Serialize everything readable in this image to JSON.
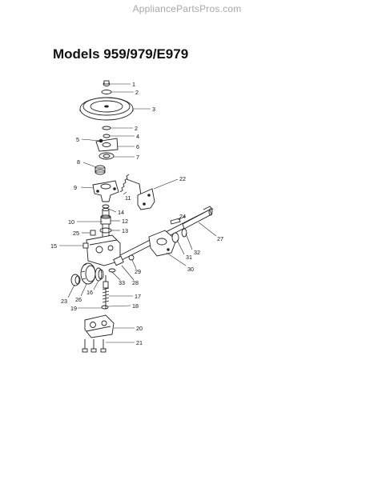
{
  "watermark": "AppliancePartsPros.com",
  "title": "Models 959/979/E979",
  "callouts": [
    {
      "id": "c1",
      "label": "1"
    },
    {
      "id": "c2a",
      "label": "2"
    },
    {
      "id": "c3",
      "label": "3"
    },
    {
      "id": "c2b",
      "label": "2"
    },
    {
      "id": "c4",
      "label": "4"
    },
    {
      "id": "c5",
      "label": "5"
    },
    {
      "id": "c6",
      "label": "6"
    },
    {
      "id": "c7",
      "label": "7"
    },
    {
      "id": "c8",
      "label": "8"
    },
    {
      "id": "c22",
      "label": "22"
    },
    {
      "id": "c9",
      "label": "9"
    },
    {
      "id": "c11",
      "label": "11"
    },
    {
      "id": "c14",
      "label": "14"
    },
    {
      "id": "c24",
      "label": "24"
    },
    {
      "id": "c10",
      "label": "10"
    },
    {
      "id": "c12",
      "label": "12"
    },
    {
      "id": "c13",
      "label": "13"
    },
    {
      "id": "c25",
      "label": "25"
    },
    {
      "id": "c27",
      "label": "27"
    },
    {
      "id": "c15",
      "label": "15"
    },
    {
      "id": "c32",
      "label": "32"
    },
    {
      "id": "c31",
      "label": "31"
    },
    {
      "id": "c29",
      "label": "29"
    },
    {
      "id": "c30",
      "label": "30"
    },
    {
      "id": "c33",
      "label": "33"
    },
    {
      "id": "c28",
      "label": "28"
    },
    {
      "id": "c16",
      "label": "16"
    },
    {
      "id": "c23",
      "label": "23"
    },
    {
      "id": "c26",
      "label": "26"
    },
    {
      "id": "c17",
      "label": "17"
    },
    {
      "id": "c19",
      "label": "19"
    },
    {
      "id": "c18",
      "label": "18"
    },
    {
      "id": "c20",
      "label": "20"
    },
    {
      "id": "c21",
      "label": "21"
    }
  ]
}
